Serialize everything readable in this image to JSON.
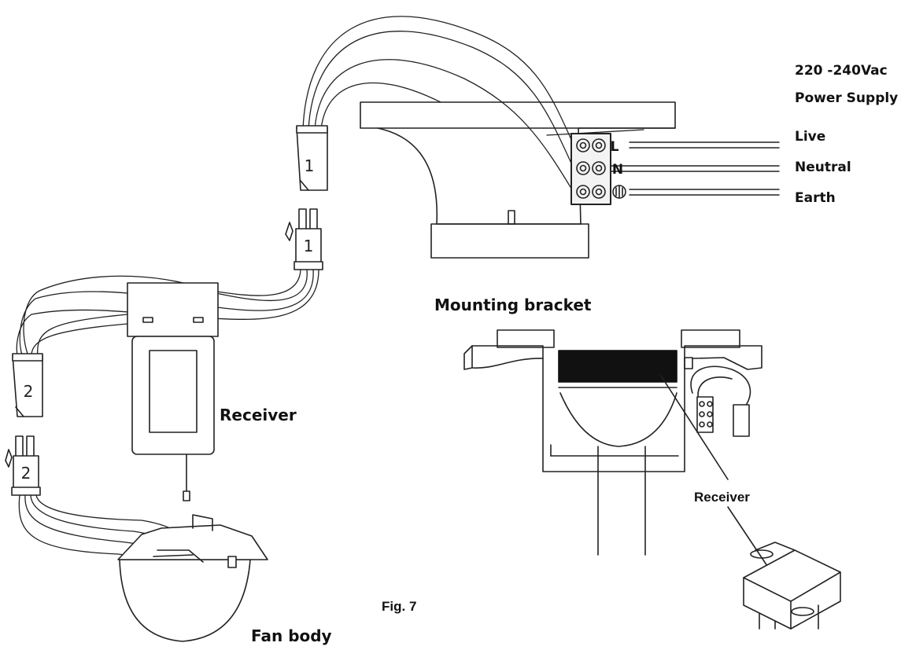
{
  "supply": {
    "voltage": "220 -240Vac",
    "title": "Power Supply",
    "lines": [
      "Live",
      "Neutral",
      "Earth"
    ]
  },
  "terminal_letters": [
    "L",
    "N"
  ],
  "connector_numbers": [
    "1",
    "1",
    "2",
    "2"
  ],
  "labels": {
    "mounting_bracket": "Mounting bracket",
    "receiver_left": "Receiver",
    "receiver_right": "Receiver",
    "fan_body": "Fan body",
    "figure": "Fig. 7"
  }
}
